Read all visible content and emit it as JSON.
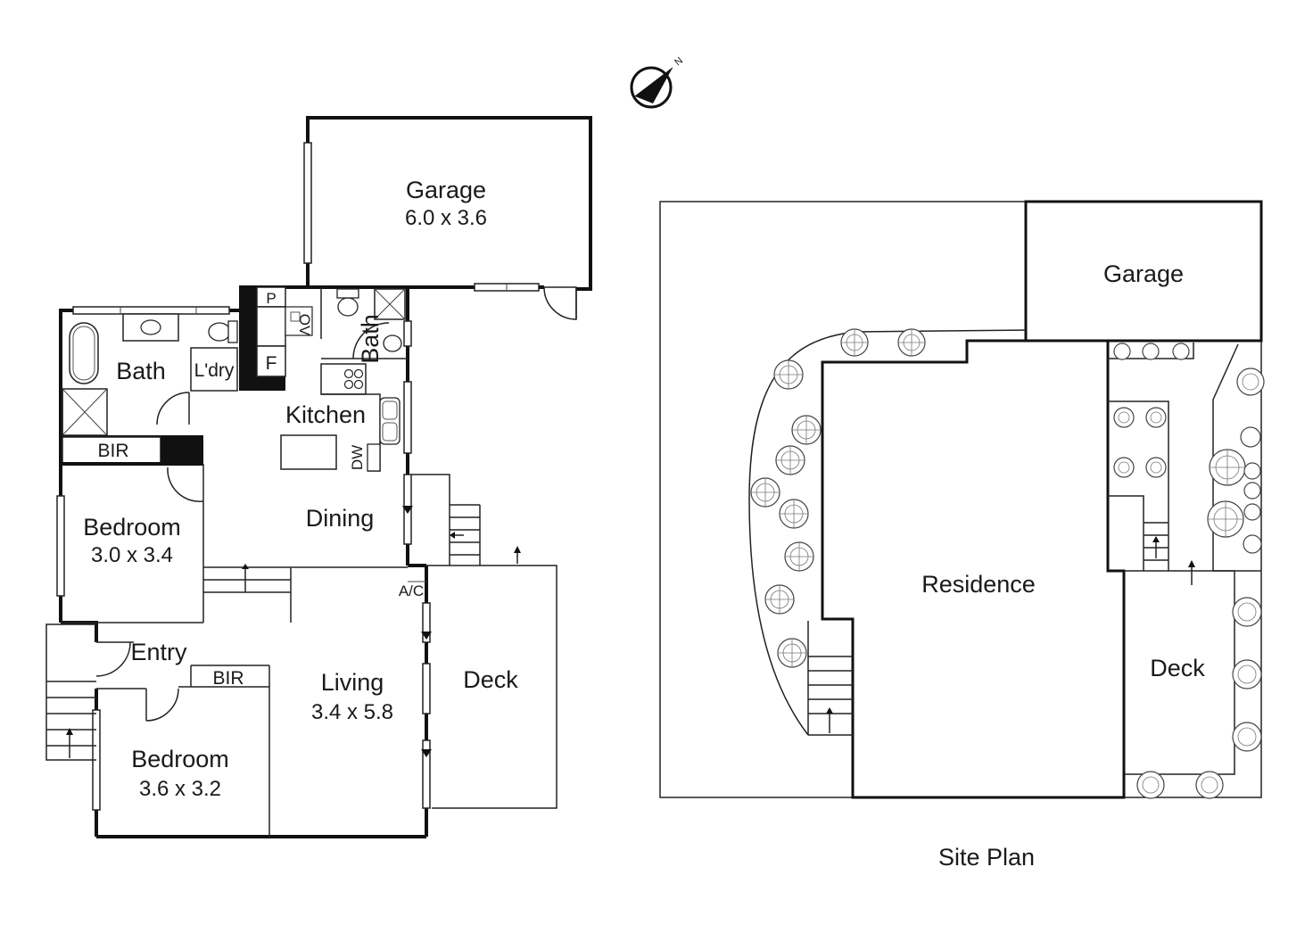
{
  "floor_plan": {
    "rooms": {
      "garage": {
        "name": "Garage",
        "dims": "6.0 x 3.6"
      },
      "bath": {
        "name": "Bath"
      },
      "ensuite": {
        "name": "Bath"
      },
      "laundry": {
        "name": "L'dry"
      },
      "kitchen": {
        "name": "Kitchen"
      },
      "dining": {
        "name": "Dining"
      },
      "bir1": {
        "name": "BIR"
      },
      "bir2": {
        "name": "BIR"
      },
      "bedroom1": {
        "name": "Bedroom",
        "dims": "3.0 x 3.4"
      },
      "bedroom2": {
        "name": "Bedroom",
        "dims": "3.6 x 3.2"
      },
      "entry": {
        "name": "Entry"
      },
      "living": {
        "name": "Living",
        "dims": "3.4 x 5.8"
      },
      "deck": {
        "name": "Deck"
      }
    },
    "fixtures": {
      "pantry": "P",
      "oven": "OV",
      "fridge": "F",
      "dishwasher": "DW",
      "aircon": "A/C"
    }
  },
  "site_plan": {
    "title": "Site Plan",
    "labels": {
      "garage": "Garage",
      "residence": "Residence",
      "deck": "Deck"
    }
  },
  "compass": {
    "north_letter": "N",
    "icon": "compass-icon"
  }
}
